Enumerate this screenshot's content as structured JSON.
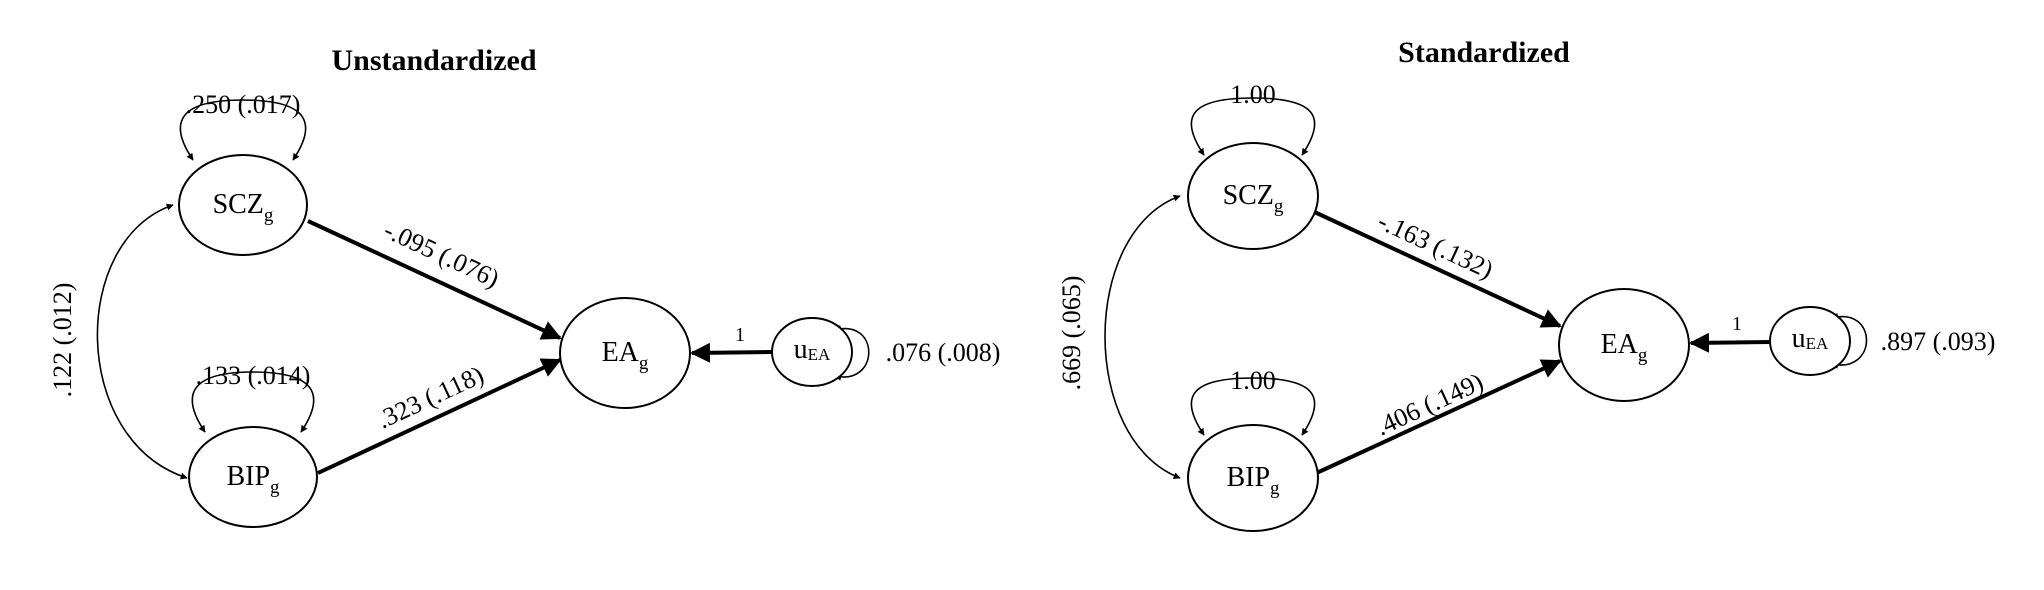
{
  "panels": [
    {
      "title": "Unstandardized",
      "nodes": {
        "scz": {
          "base": "SCZ",
          "sub": "g"
        },
        "bip": {
          "base": "BIP",
          "sub": "g"
        },
        "ea": {
          "base": "EA",
          "sub": "g"
        },
        "u": {
          "base": "u",
          "sub": "EA"
        }
      },
      "scz_variance": ".250 (.017)",
      "bip_variance": ".133 (.014)",
      "u_variance": ".076 (.008)",
      "covariance": ".122 (.012)",
      "scz_to_ea": "-.095 (.076)",
      "bip_to_ea": ".323 (.118)",
      "u_to_ea": "1"
    },
    {
      "title": "Standardized",
      "nodes": {
        "scz": {
          "base": "SCZ",
          "sub": "g"
        },
        "bip": {
          "base": "BIP",
          "sub": "g"
        },
        "ea": {
          "base": "EA",
          "sub": "g"
        },
        "u": {
          "base": "u",
          "sub": "EA"
        }
      },
      "scz_variance": "1.00",
      "bip_variance": "1.00",
      "u_variance": ".897 (.093)",
      "covariance": ".669 (.065)",
      "scz_to_ea": "-.163 (.132)",
      "bip_to_ea": ".406 (.149)",
      "u_to_ea": "1"
    }
  ]
}
